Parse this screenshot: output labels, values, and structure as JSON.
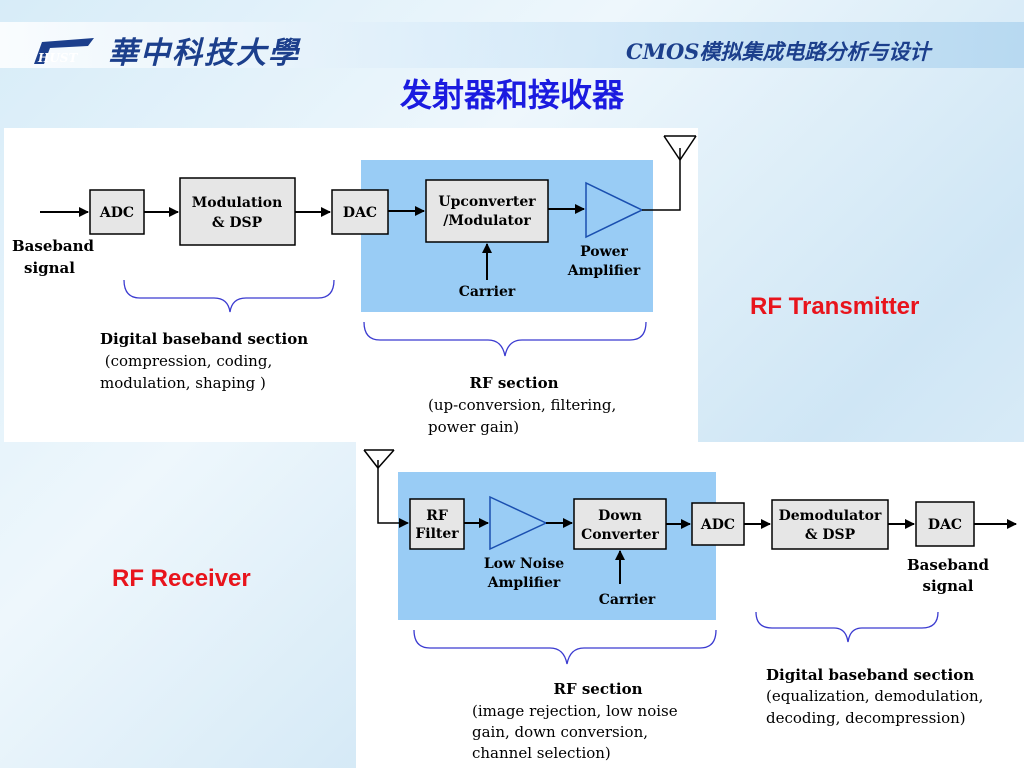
{
  "header": {
    "logo_text": "HUST",
    "university": "華中科技大學",
    "course": "CMOS模拟集成电路分析与设计",
    "title": "发射器和接收器"
  },
  "colors": {
    "title": "#1b1be0",
    "label_red": "#e8141c",
    "rf_section_fill": "#99ccf5",
    "block_fill": "#e6e6e6",
    "amp_fill": "#99ccf5",
    "brace": "#3b3bd0"
  },
  "transmitter": {
    "label": "RF Transmitter",
    "input_label": [
      "Baseband",
      "signal"
    ],
    "blocks": {
      "adc": "ADC",
      "mod": [
        "Modulation",
        "& DSP"
      ],
      "dac": "DAC",
      "upconv": [
        "Upconverter",
        "/Modulator"
      ]
    },
    "amp_label": [
      "Power",
      "Amplifier"
    ],
    "carrier": "Carrier",
    "digital_caption": {
      "title": "Digital baseband section",
      "lines": [
        " (compression, coding,",
        "modulation, shaping )"
      ]
    },
    "rf_caption": {
      "title": "RF section",
      "lines": [
        "(up-conversion, filtering,",
        "power gain)"
      ]
    }
  },
  "receiver": {
    "label": "RF Receiver",
    "blocks": {
      "rffilter": [
        "RF",
        "Filter"
      ],
      "downconv": [
        "Down",
        "Converter"
      ],
      "adc": "ADC",
      "demod": [
        "Demodulator",
        "& DSP"
      ],
      "dac": "DAC"
    },
    "lna_label": [
      "Low Noise",
      "Amplifier"
    ],
    "carrier": "Carrier",
    "output_label": [
      "Baseband",
      "signal"
    ],
    "rf_caption": {
      "title": "RF section",
      "lines": [
        "(image rejection, low noise",
        "gain, down conversion,",
        "channel selection)"
      ]
    },
    "digital_caption": {
      "title": "Digital baseband section",
      "lines": [
        "(equalization, demodulation,",
        "decoding, decompression)"
      ]
    }
  }
}
